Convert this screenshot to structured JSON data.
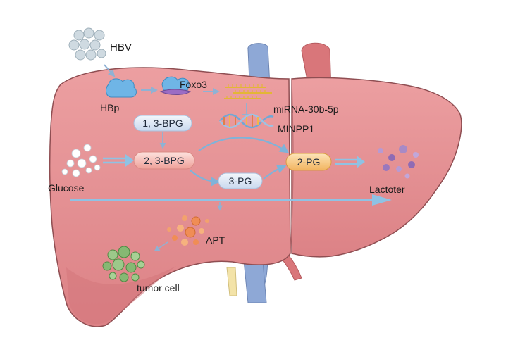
{
  "labels": {
    "hbv": "HBV",
    "hbp": "HBp",
    "foxo3": "Foxo3",
    "mirna": "miRNA-30b-5p",
    "minpp1": "MINPP1",
    "bpg13": "1, 3-BPG",
    "bpg23": "2, 3-BPG",
    "pg3": "3-PG",
    "pg2": "2-PG",
    "glucose": "Glucose",
    "lactoter": "Lactoter",
    "apt": "APT",
    "tumor": "tumor cell"
  },
  "colors": {
    "liver": "#e69092",
    "liver_dark": "#c9696c",
    "outline": "#8f4e52",
    "arrow": "#7fb3d9",
    "vessel_blue": "#8ea8d6",
    "vessel_red": "#d9767a",
    "pill_blue": "#dbe7f5",
    "pill_red": "#f4b5b0",
    "pill_orange": "#f6c27a",
    "virus": "#b9c7cf",
    "lactate": "#9b7ab8",
    "apt": "#f08d55",
    "tumor": "#7cae6a"
  }
}
